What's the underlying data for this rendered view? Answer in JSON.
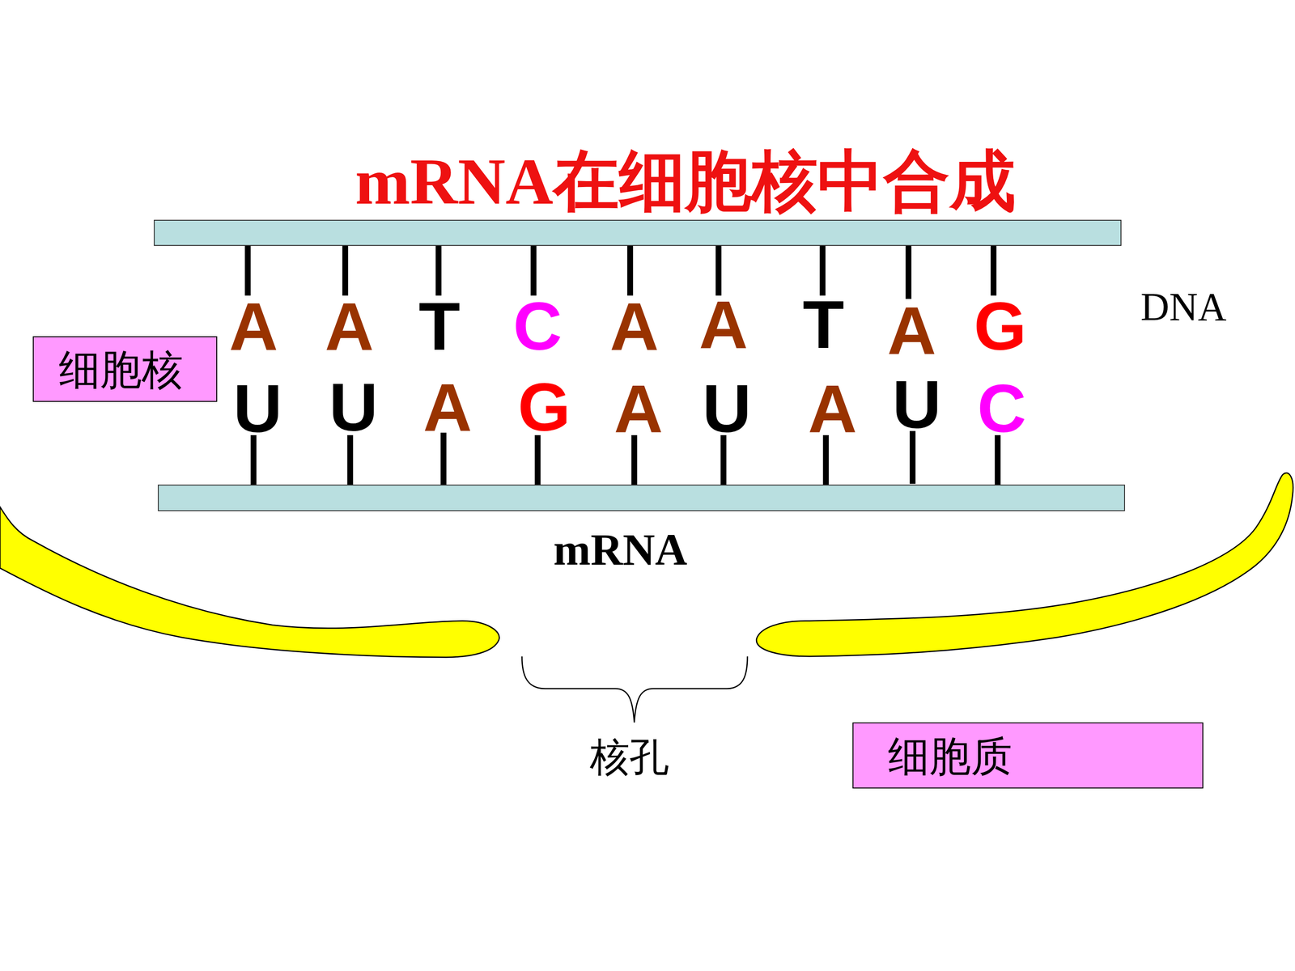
{
  "diagram": {
    "title": "mRNA在细胞核中合成",
    "nodes": [
      {
        "text": [
          "DNA"
        ]
      },
      {
        "text": [
          "细胞核"
        ]
      },
      {
        "text": [
          "mRNA"
        ]
      },
      {
        "text": [
          "细胞质"
        ]
      }
    ],
    "labels": [
      "A",
      "A",
      "T",
      "C",
      "A",
      "A",
      "T",
      "A",
      "G",
      "U",
      "U",
      "A",
      "G",
      "A",
      "U",
      "A",
      "U",
      "C",
      "核孔"
    ]
  }
}
